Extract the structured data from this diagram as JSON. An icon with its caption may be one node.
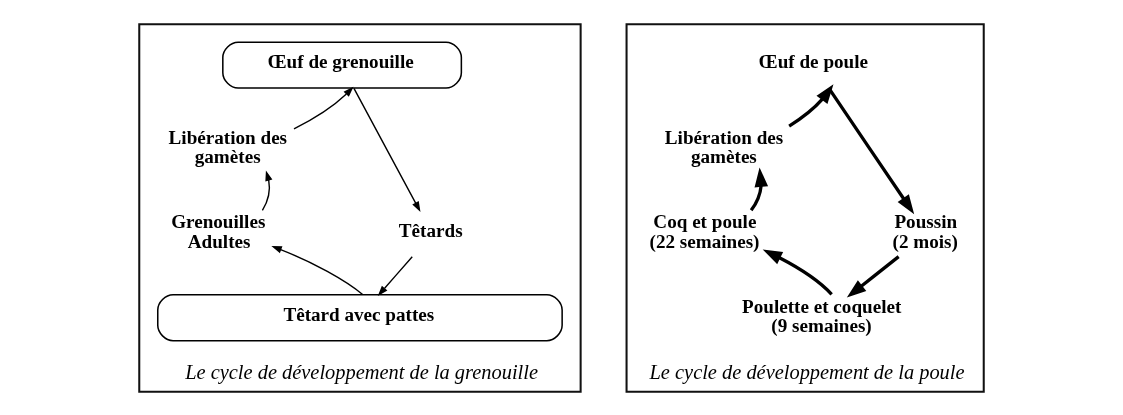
{
  "diagram": {
    "nodes": [
      {
        "text": [
          "Le cycle de développement de la grenouille"
        ]
      },
      {
        "text": [
          "Œuf de grenouille"
        ],
        "in": 0
      },
      {
        "text": [
          "Têtards"
        ],
        "in": 0
      },
      {
        "text": [
          "Têtard avec pattes"
        ],
        "in": 0
      },
      {
        "text": [
          "Grenouilles Adultes"
        ],
        "in": 0
      },
      {
        "text": [
          "Libération des gamètes"
        ],
        "in": 0
      },
      {
        "text": [
          "Le cycle de développement de la poule"
        ]
      },
      {
        "text": [
          "Œuf de poule"
        ],
        "in": 6
      },
      {
        "text": [
          "Poussin",
          "(2 mois)"
        ],
        "in": 6
      },
      {
        "text": [
          "Poulette et coquelet",
          "(9 semaines)"
        ],
        "in": 6
      },
      {
        "text": [
          "Coq et poule",
          "(22 semaines)"
        ],
        "in": 6
      },
      {
        "text": [
          "Libération des gamètes"
        ],
        "in": 6
      }
    ],
    "edges": [
      {
        "from": 1,
        "to": 2,
        "arrow": "to"
      },
      {
        "from": 2,
        "to": 3,
        "arrow": "to"
      },
      {
        "from": 3,
        "to": 4,
        "arrow": "to"
      },
      {
        "from": 4,
        "to": 5,
        "arrow": "to"
      },
      {
        "from": 5,
        "to": 1,
        "arrow": "to"
      },
      {
        "from": 7,
        "to": 8,
        "arrow": "to",
        "style": "thick"
      },
      {
        "from": 8,
        "to": 9,
        "arrow": "to",
        "style": "thick"
      },
      {
        "from": 9,
        "to": 10,
        "arrow": "to",
        "style": "thick"
      },
      {
        "from": 10,
        "to": 11,
        "arrow": "to",
        "style": "thick"
      },
      {
        "from": 11,
        "to": 7,
        "arrow": "to",
        "style": "thick"
      }
    ]
  }
}
